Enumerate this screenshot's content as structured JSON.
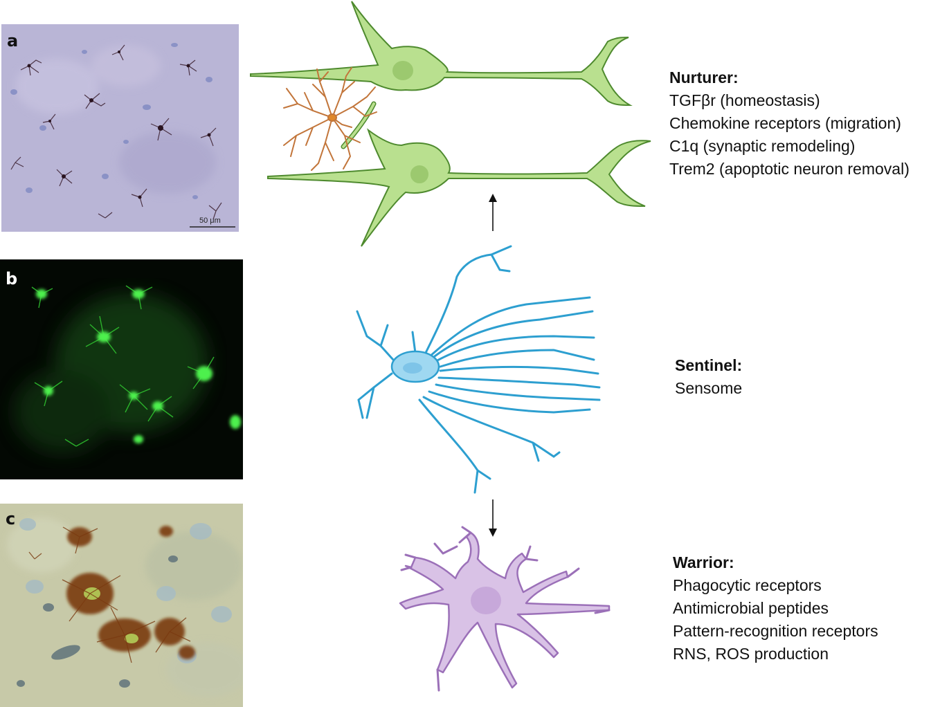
{
  "panels": {
    "a": {
      "letter": "a",
      "scale_bar": "50 μm"
    },
    "b": {
      "letter": "b"
    },
    "c": {
      "letter": "c"
    }
  },
  "roles": {
    "nurturer": {
      "title": "Nurturer:",
      "lines": [
        "TGFβr (homeostasis)",
        "Chemokine receptors (migration)",
        "C1q (synaptic remodeling)",
        "Trem2 (apoptotic neuron removal)"
      ]
    },
    "sentinel": {
      "title": "Sentinel:",
      "lines": [
        "Sensome"
      ]
    },
    "warrior": {
      "title": "Warrior:",
      "lines": [
        "Phagocytic receptors",
        "Antimicrobial peptides",
        "Pattern-recognition receptors",
        "RNS, ROS production"
      ]
    }
  },
  "colors": {
    "neuron_fill": "#b9e08f",
    "neuron_stroke": "#4e8a2e",
    "nurturer_microglia": "#c2753a",
    "sentinel_microglia": "#2d9fd0",
    "sentinel_soma": "#9fd8f1",
    "warrior_microglia": "#9b70b8",
    "warrior_fill": "#d9c2e6",
    "panel_a_bg": "#b9b5d6",
    "panel_b_bg": "#030803",
    "panel_c_bg": "#c7c9a8"
  }
}
